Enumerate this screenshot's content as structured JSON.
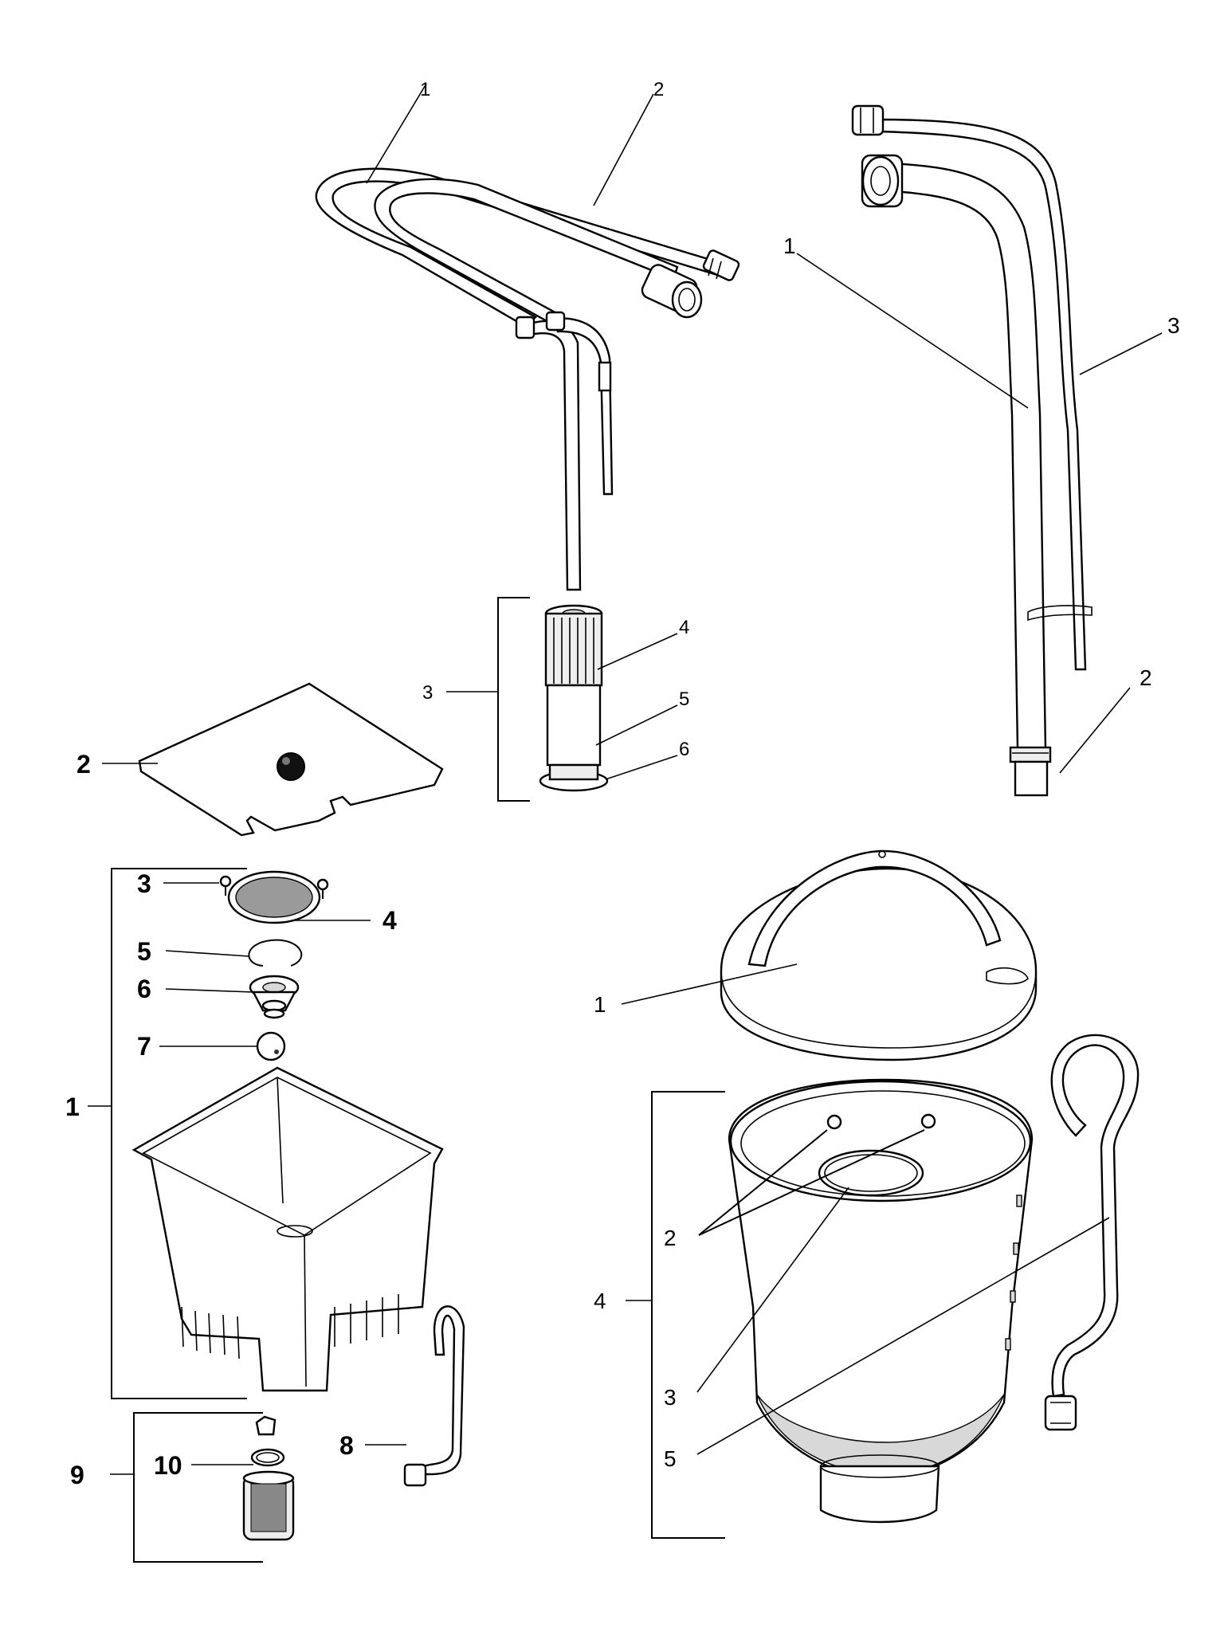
{
  "labels": {
    "hose_assembly": {
      "hose_1": "1",
      "hose_2": "2",
      "bracket_3": "3",
      "part_4": "4",
      "part_5": "5",
      "part_6": "6"
    },
    "tube_assembly": {
      "tube_1": "1",
      "cap_2": "2",
      "tube_3": "3"
    },
    "lid": {
      "lid_2": "2"
    },
    "bin_assembly": {
      "bracket_1": "1",
      "screw_3": "3",
      "screen_4": "4",
      "ring_5": "5",
      "valve_6": "6",
      "ball_7": "7",
      "tube_8": "8",
      "bracket_9": "9",
      "oring_10": "10"
    },
    "hopper_assembly": {
      "cover_1": "1",
      "screws_2": "2",
      "gasket_3": "3",
      "bracket_4": "4",
      "tube_5": "5"
    }
  },
  "colors": {
    "ink": "#000000",
    "paper": "#ffffff",
    "shade": "#d8d8d8"
  }
}
